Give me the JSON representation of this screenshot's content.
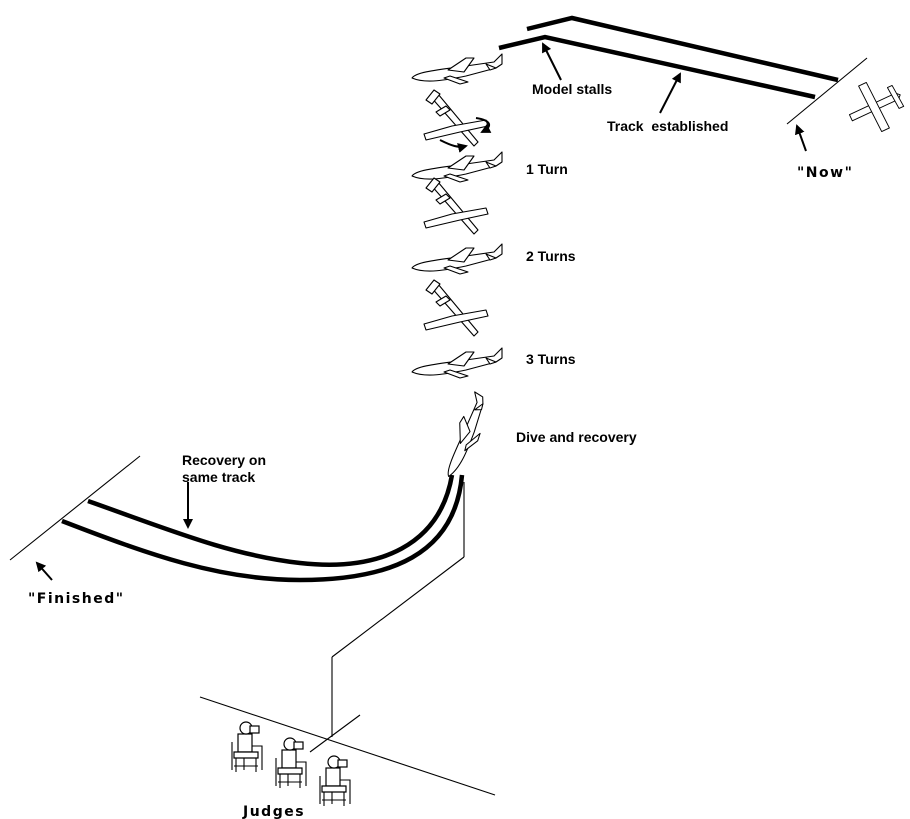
{
  "labels": {
    "model_stalls": "Model stalls",
    "track_established": "Track  established",
    "now": "\"Now\"",
    "turn_1": "1 Turn",
    "turn_2": "2 Turns",
    "turn_3": "3 Turns",
    "dive_recovery": "Dive and recovery",
    "recovery_line1": "Recovery on",
    "recovery_line2": "same track",
    "finished": "\"Finished\"",
    "judges": "Judges"
  },
  "icons": [
    "aircraft-icon",
    "judge-figure-icon",
    "arrow-icon"
  ],
  "colors": {
    "ink": "#000000",
    "background": "#ffffff"
  }
}
